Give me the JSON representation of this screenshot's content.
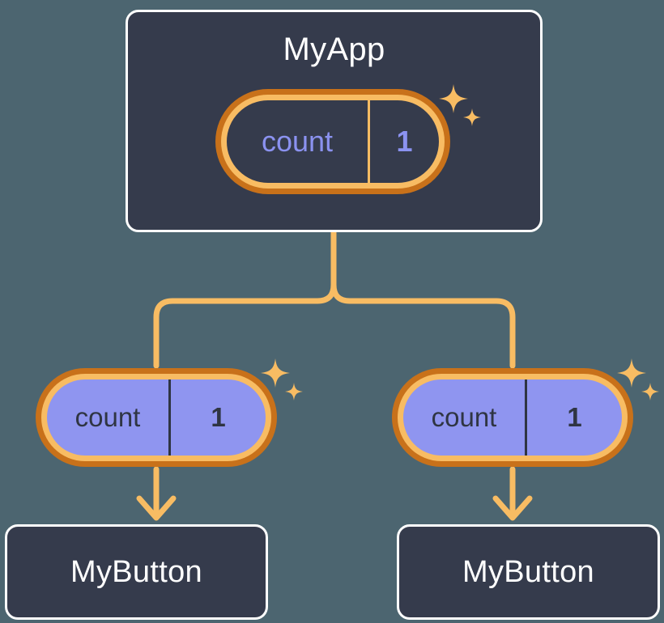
{
  "diagram": {
    "title_semantic": "react-state-propagation-tree",
    "background_color": "#4c6570"
  },
  "colors": {
    "page_background": "#4c6570",
    "box_fill": "#353b4c",
    "box_border": "#ffffff",
    "ring_outer_orange": "#c8711a",
    "ring_inner_orange": "#f8bc63",
    "connector_orange": "#f8bc63",
    "state_value_lavender": "#8f95f0",
    "text_periwinkle": "#8b92f0",
    "text_dark": "#2f3543",
    "text_white": "#ffffff"
  },
  "nodes": {
    "root": {
      "label": "MyApp",
      "state": {
        "key": "count",
        "value": "1"
      }
    },
    "children": [
      {
        "label": "MyButton",
        "state": {
          "key": "count",
          "value": "1"
        }
      },
      {
        "label": "MyButton",
        "state": {
          "key": "count",
          "value": "1"
        }
      }
    ]
  },
  "icons": {
    "sparkle_large": "sparkle-icon",
    "sparkle_small": "sparkle-small-icon",
    "arrow_down": "arrow-down-icon"
  },
  "chart_data": {
    "type": "tree",
    "title": "State propagation tree",
    "nodes": [
      {
        "id": "myapp",
        "label": "MyApp",
        "state_key": "count",
        "state_value": "1",
        "level": 0,
        "pill_style": "outline"
      },
      {
        "id": "button-left",
        "label": "MyButton",
        "state_key": "count",
        "state_value": "1",
        "level": 1,
        "pill_style": "filled"
      },
      {
        "id": "button-right",
        "label": "MyButton",
        "state_key": "count",
        "state_value": "1",
        "level": 1,
        "pill_style": "filled"
      }
    ],
    "edges": [
      {
        "from": "myapp",
        "to": "button-left",
        "style": "elbow"
      },
      {
        "from": "myapp",
        "to": "button-right",
        "style": "elbow"
      },
      {
        "from": "state-left",
        "to": "button-left",
        "style": "arrow"
      },
      {
        "from": "state-right",
        "to": "button-right",
        "style": "arrow"
      }
    ]
  }
}
